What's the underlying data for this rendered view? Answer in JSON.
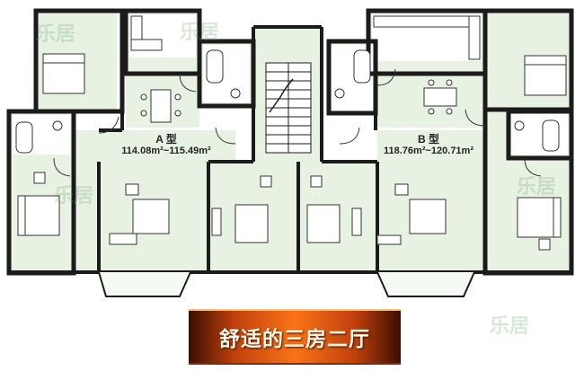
{
  "plan": {
    "unit_a": {
      "type_label": "A 型",
      "area": "114.08m²~115.49m²"
    },
    "unit_b": {
      "type_label": "B 型",
      "area": "118.76m²~120.71m²"
    }
  },
  "banner": {
    "text": "舒适的三房二厅"
  },
  "watermark": {
    "text": "乐居"
  },
  "colors": {
    "room_fill": "#e8f2e3",
    "wall": "#1b1b1b",
    "banner_mid": "#f97316",
    "banner_dark": "#3a0f02"
  }
}
